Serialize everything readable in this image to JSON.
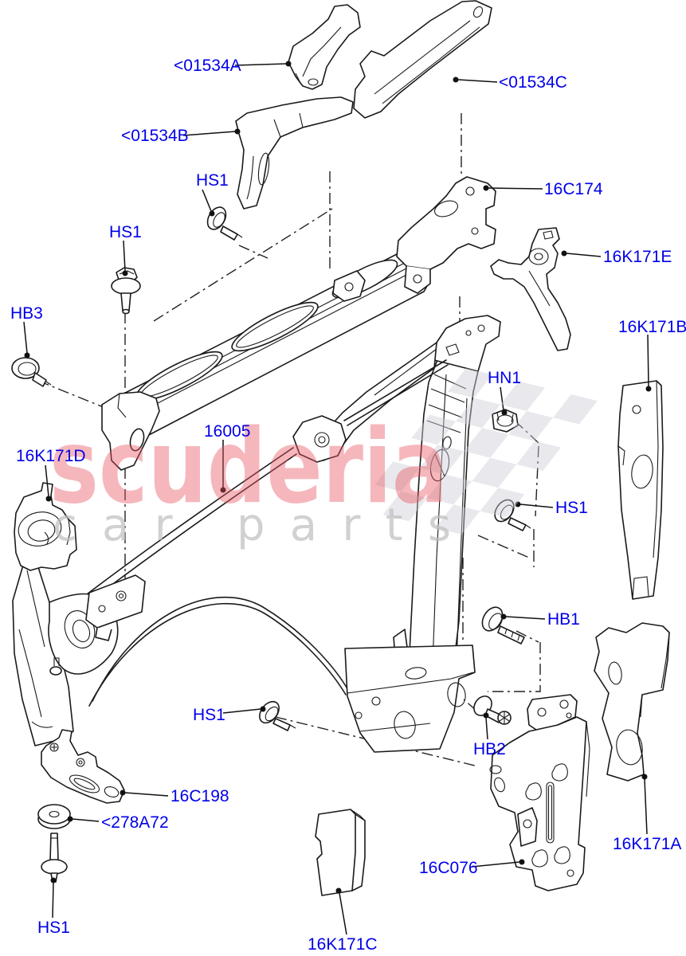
{
  "page": {
    "background": "#ffffff"
  },
  "palette": {
    "label_color": "#0000e8",
    "line_color": "#1a1a1a",
    "watermark_pink": "#e8535f",
    "watermark_gray": "#b9b9b9",
    "flag_gray": "#e7e7ea"
  },
  "watermark": {
    "brand": "scuderia",
    "tagline": "car parts"
  },
  "diagram": {
    "callouts": [
      {
        "ref": "01534A",
        "text": "<01534A"
      },
      {
        "ref": "01534C",
        "text": "<01534C"
      },
      {
        "ref": "01534B",
        "text": "<01534B"
      },
      {
        "ref": "HS1-top",
        "text": "HS1"
      },
      {
        "ref": "16C174",
        "text": "16C174"
      },
      {
        "ref": "HS1-left",
        "text": "HS1"
      },
      {
        "ref": "16K171E",
        "text": "16K171E"
      },
      {
        "ref": "HB3",
        "text": "HB3"
      },
      {
        "ref": "16K171B",
        "text": "16K171B"
      },
      {
        "ref": "HN1",
        "text": "HN1"
      },
      {
        "ref": "16005",
        "text": "16005"
      },
      {
        "ref": "16K171D",
        "text": "16K171D"
      },
      {
        "ref": "HS1-right",
        "text": "HS1"
      },
      {
        "ref": "HB1",
        "text": "HB1"
      },
      {
        "ref": "HS1-bottom-center",
        "text": "HS1"
      },
      {
        "ref": "HB2",
        "text": "HB2"
      },
      {
        "ref": "16C198",
        "text": "16C198"
      },
      {
        "ref": "278A72",
        "text": "<278A72"
      },
      {
        "ref": "16K171A",
        "text": "16K171A"
      },
      {
        "ref": "16C076",
        "text": "16C076"
      },
      {
        "ref": "HS1-bottom-left",
        "text": "HS1"
      },
      {
        "ref": "16K171C",
        "text": "16K171C"
      }
    ]
  }
}
